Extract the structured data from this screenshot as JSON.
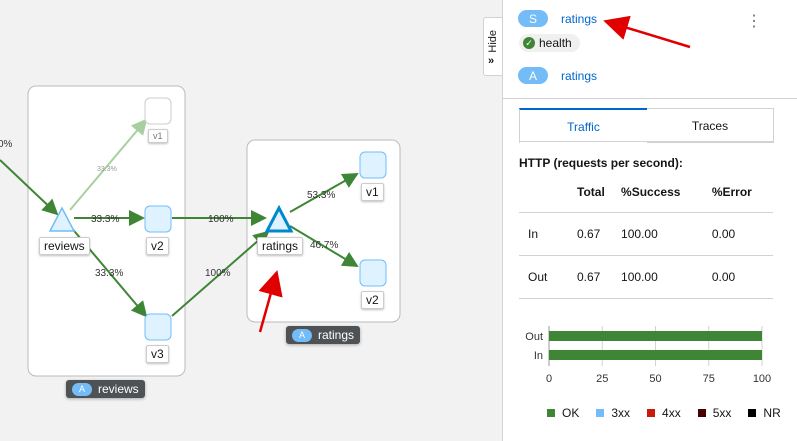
{
  "graph": {
    "edges": {
      "in": "0%",
      "reviews_v1": "33.3%",
      "reviews_v2": "33.3%",
      "reviews_v3": "33.3%",
      "v2_ratings": "100%",
      "v3_ratings": "100%",
      "ratings_v1": "53.3%",
      "ratings_v2": "46.7%"
    },
    "nodes": {
      "reviews_v1": "v1",
      "reviews_service": "reviews",
      "reviews_v2": "v2",
      "reviews_v3": "v3",
      "ratings_service": "ratings",
      "ratings_v1": "v1",
      "ratings_v2": "v2"
    },
    "boxes": {
      "reviews": {
        "badge": "A",
        "label": "reviews"
      },
      "ratings": {
        "badge": "A",
        "label": "ratings"
      }
    },
    "hide_label": "Hide",
    "colors": {
      "edge": "#3e8635",
      "node_fill": "#def3ff",
      "node_border": "#73bcf7",
      "arrow": "#e00000"
    }
  },
  "panel": {
    "service": {
      "badge": "S",
      "name": "ratings"
    },
    "health": "health",
    "app": {
      "badge": "A",
      "name": "ratings"
    },
    "tabs": [
      "Traffic",
      "Traces"
    ],
    "http_title": "HTTP (requests per second):",
    "table": {
      "headers": [
        "",
        "Total",
        "%Success",
        "%Error"
      ],
      "rows": [
        [
          "In",
          "0.67",
          "100.00",
          "0.00"
        ],
        [
          "Out",
          "0.67",
          "100.00",
          "0.00"
        ]
      ]
    },
    "bar_chart": {
      "categories": [
        "Out",
        "In"
      ],
      "ok_percent": [
        100,
        100
      ],
      "ticks": [
        "0",
        "25",
        "50",
        "75",
        "100"
      ],
      "xlim": [
        0,
        100
      ]
    },
    "legend": [
      {
        "label": "OK",
        "color": "#3e8635"
      },
      {
        "label": "3xx",
        "color": "#73bcf7"
      },
      {
        "label": "4xx",
        "color": "#c9190b"
      },
      {
        "label": "5xx",
        "color": "#470000"
      },
      {
        "label": "NR",
        "color": "#000000"
      }
    ]
  }
}
